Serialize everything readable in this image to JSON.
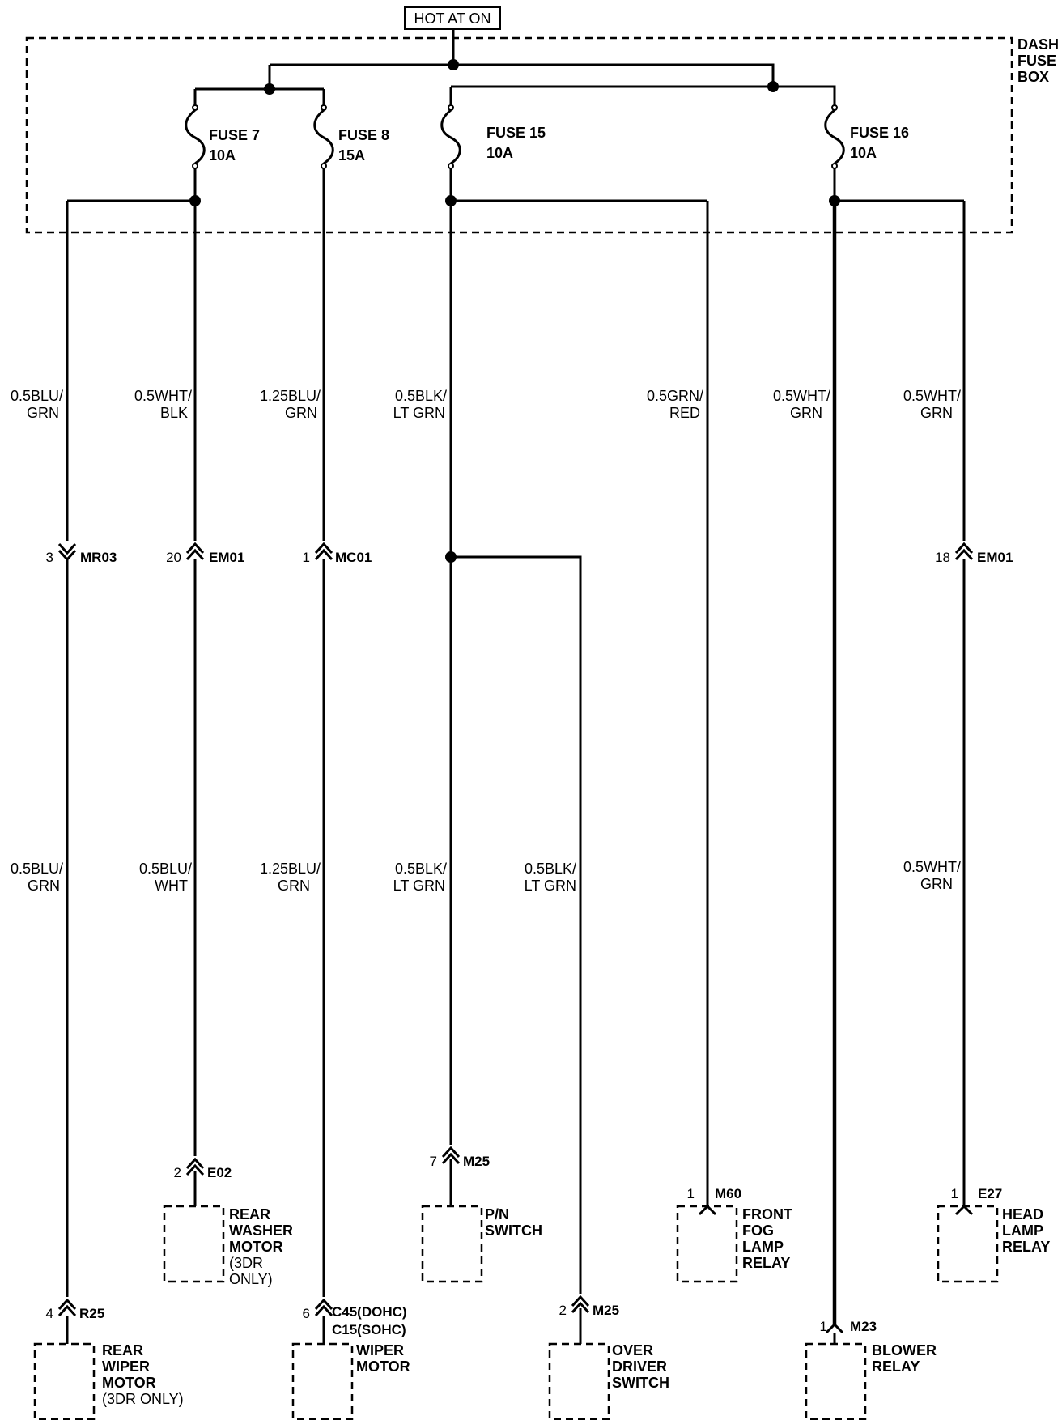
{
  "power_source": "HOT AT ON",
  "fuse_box_label": [
    "DASH",
    "FUSE",
    "BOX"
  ],
  "fuses": [
    {
      "name": "FUSE 7",
      "rating": "10A"
    },
    {
      "name": "FUSE 8",
      "rating": "15A"
    },
    {
      "name": "FUSE 15",
      "rating": "10A"
    },
    {
      "name": "FUSE 16",
      "rating": "10A"
    }
  ],
  "wires_upper": [
    [
      "0.5BLU/",
      "GRN"
    ],
    [
      "0.5WHT/",
      "BLK"
    ],
    [
      "1.25BLU/",
      "GRN"
    ],
    [
      "0.5BLK/",
      "LT GRN"
    ],
    [
      "0.5GRN/",
      "RED"
    ],
    [
      "0.5WHT/",
      "GRN"
    ],
    [
      "0.5WHT/",
      "GRN"
    ]
  ],
  "connectors_mid": [
    {
      "pin": "3",
      "name": "MR03"
    },
    {
      "pin": "20",
      "name": "EM01"
    },
    {
      "pin": "1",
      "name": "MC01"
    },
    {
      "pin": "18",
      "name": "EM01"
    }
  ],
  "wires_lower": [
    [
      "0.5BLU/",
      "GRN"
    ],
    [
      "0.5BLU/",
      "WHT"
    ],
    [
      "1.25BLU/",
      "GRN"
    ],
    [
      "0.5BLK/",
      "LT GRN"
    ],
    [
      "0.5BLK/",
      "LT GRN"
    ],
    [
      "0.5WHT/",
      "GRN"
    ]
  ],
  "components": [
    {
      "pin": "4",
      "connector": "R25",
      "label": [
        "REAR",
        "WIPER",
        "MOTOR",
        "(3DR ONLY)"
      ]
    },
    {
      "pin": "2",
      "connector": "E02",
      "label": [
        "REAR",
        "WASHER",
        "MOTOR",
        "(3DR",
        "ONLY)"
      ]
    },
    {
      "pin": "6",
      "connector": [
        "C45(DOHC)",
        "C15(SOHC)"
      ],
      "label": [
        "WIPER",
        "MOTOR"
      ]
    },
    {
      "pin": "7",
      "connector": "M25",
      "label": [
        "P/N",
        "SWITCH"
      ]
    },
    {
      "pin": "2",
      "connector": "M25",
      "label": [
        "OVER",
        "DRIVER",
        "SWITCH"
      ]
    },
    {
      "pin": "1",
      "connector": "M60",
      "label": [
        "FRONT",
        "FOG",
        "LAMP",
        "RELAY"
      ]
    },
    {
      "pin": "1",
      "connector": "M23",
      "label": [
        "BLOWER",
        "RELAY"
      ]
    },
    {
      "pin": "1",
      "connector": "E27",
      "label": [
        "HEAD",
        "LAMP",
        "RELAY"
      ]
    }
  ]
}
